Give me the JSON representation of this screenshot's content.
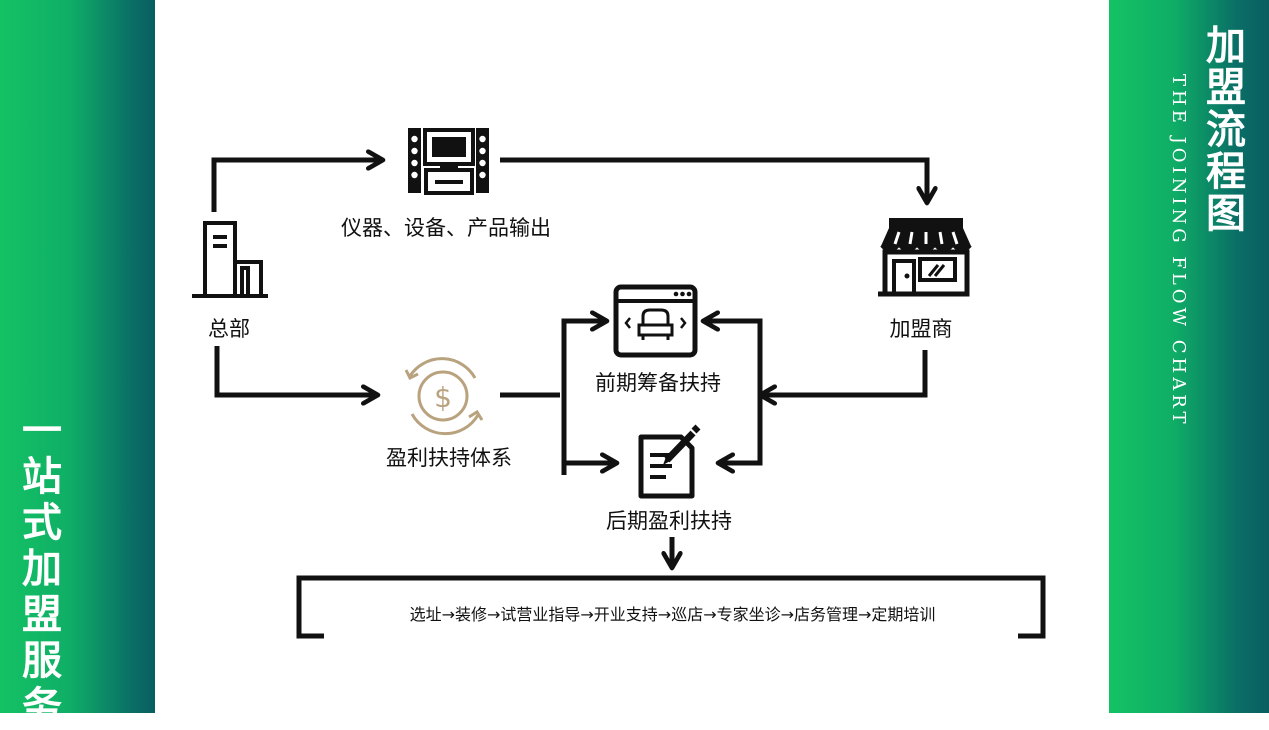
{
  "left_band": {
    "title": "一站式加盟服务"
  },
  "right_band": {
    "title": "加盟流程图",
    "subtitle": "THE JOINING FLOW CHART"
  },
  "nodes": {
    "hq": "总部",
    "equipment": "仪器、设备、产品输出",
    "profit_system": "盈利扶持体系",
    "pre_support": "前期筹备扶持",
    "post_support": "后期盈利扶持",
    "franchisee": "加盟商"
  },
  "process_steps": "选址→装修→试营业指导→开业支持→巡店→专家坐诊→店务管理→定期培训",
  "colors": {
    "band_green": "#14c264",
    "band_teal": "#095e60",
    "line": "#111111",
    "money_icon": "#b9a27e"
  },
  "icons": [
    "building-icon",
    "tv-speakers-icon",
    "money-cycle-icon",
    "browser-sofa-icon",
    "document-pen-icon",
    "storefront-icon"
  ]
}
